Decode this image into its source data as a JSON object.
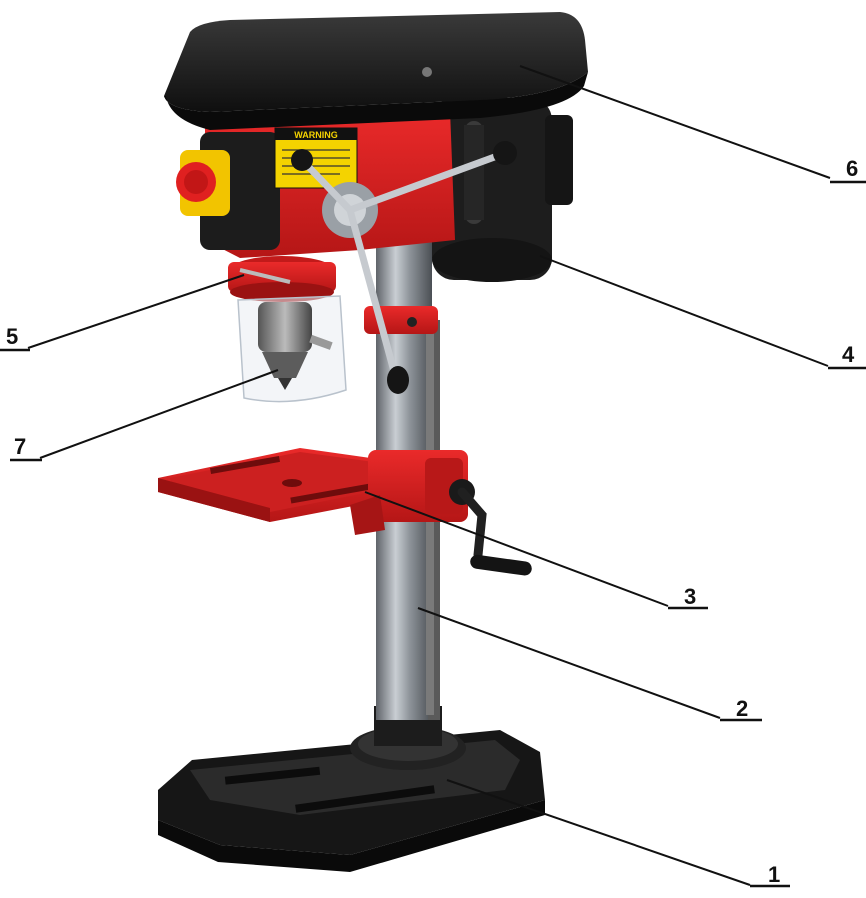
{
  "figure": {
    "subject": "bench drill press with numbered part callouts",
    "warning_label": "WARNING"
  },
  "callouts": [
    {
      "number": "1"
    },
    {
      "number": "2"
    },
    {
      "number": "3"
    },
    {
      "number": "4"
    },
    {
      "number": "5"
    },
    {
      "number": "6"
    },
    {
      "number": "7"
    }
  ],
  "colors": {
    "body_red": "#d81e1e",
    "dark_red": "#a01414",
    "black_housing": "#1c1c1c",
    "column_steel": "#9aa0a6",
    "switch_yellow": "#f2c400",
    "switch_red": "#e02020",
    "leader_line": "#111111"
  }
}
